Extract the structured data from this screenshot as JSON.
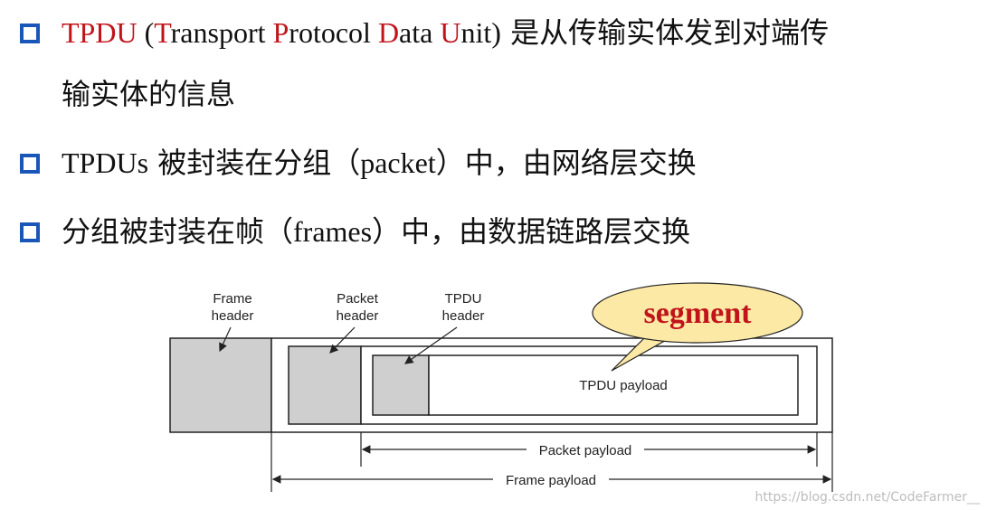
{
  "bullets": [
    {
      "segments": [
        {
          "text": "T",
          "style": "serif red"
        },
        {
          "text": "PDU",
          "style": "serif red"
        },
        {
          "text": " (",
          "style": "serif"
        },
        {
          "text": "T",
          "style": "serif red"
        },
        {
          "text": "ransport ",
          "style": "serif"
        },
        {
          "text": "P",
          "style": "serif red"
        },
        {
          "text": "rotocol ",
          "style": "serif"
        },
        {
          "text": "D",
          "style": "serif red"
        },
        {
          "text": "ata ",
          "style": "serif"
        },
        {
          "text": "U",
          "style": "serif red"
        },
        {
          "text": "nit)",
          "style": "serif"
        },
        {
          "text": " 是从传输实体发到对端传",
          "style": ""
        }
      ],
      "continuation": "输实体的信息"
    },
    {
      "segments": [
        {
          "text": "TPDUs",
          "style": "serif"
        },
        {
          "text": " 被封装在分组（",
          "style": ""
        },
        {
          "text": "packet",
          "style": "serif"
        },
        {
          "text": "）中，由网络层交换",
          "style": ""
        }
      ]
    },
    {
      "segments": [
        {
          "text": "分组被封装在帧（",
          "style": ""
        },
        {
          "text": "frames",
          "style": "serif"
        },
        {
          "text": "）中，由数据链路层交换",
          "style": ""
        }
      ]
    }
  ],
  "diagram": {
    "frame_header_line1": "Frame",
    "frame_header_line2": "header",
    "packet_header_line1": "Packet",
    "packet_header_line2": "header",
    "tpdu_header_line1": "TPDU",
    "tpdu_header_line2": "header",
    "tpdu_payload": "TPDU payload",
    "packet_payload": "Packet payload",
    "frame_payload": "Frame payload",
    "callout": "segment"
  },
  "watermark": "https://blog.csdn.net/CodeFarmer__",
  "colors": {
    "bullet_blue": "#1a56b8",
    "accent_red": "#c0141a",
    "header_gray": "#cfcfcf",
    "callout_fill": "#fde9a6"
  }
}
